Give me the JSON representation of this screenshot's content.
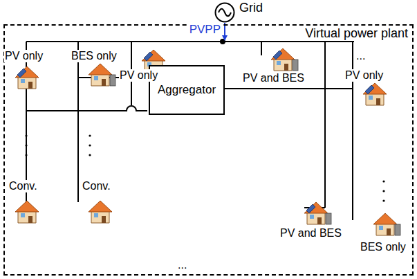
{
  "diagram": {
    "nodes": [
      {
        "text": [
          "Grid"
        ]
      },
      {
        "text": [
          "Virtual power plant"
        ]
      },
      {
        "text": [
          "Aggregator"
        ],
        "in": 1
      }
    ],
    "edges": [
      {
        "from": 0,
        "to": 1,
        "arrow": "to",
        "label": "PVPP"
      }
    ],
    "labels": [
      "...",
      "...",
      "PV only",
      "BES only",
      "PV only",
      "PV and BES",
      "...",
      "PV only",
      "Conv.",
      "Conv.",
      "PV and BES",
      "...",
      "BES only"
    ]
  }
}
